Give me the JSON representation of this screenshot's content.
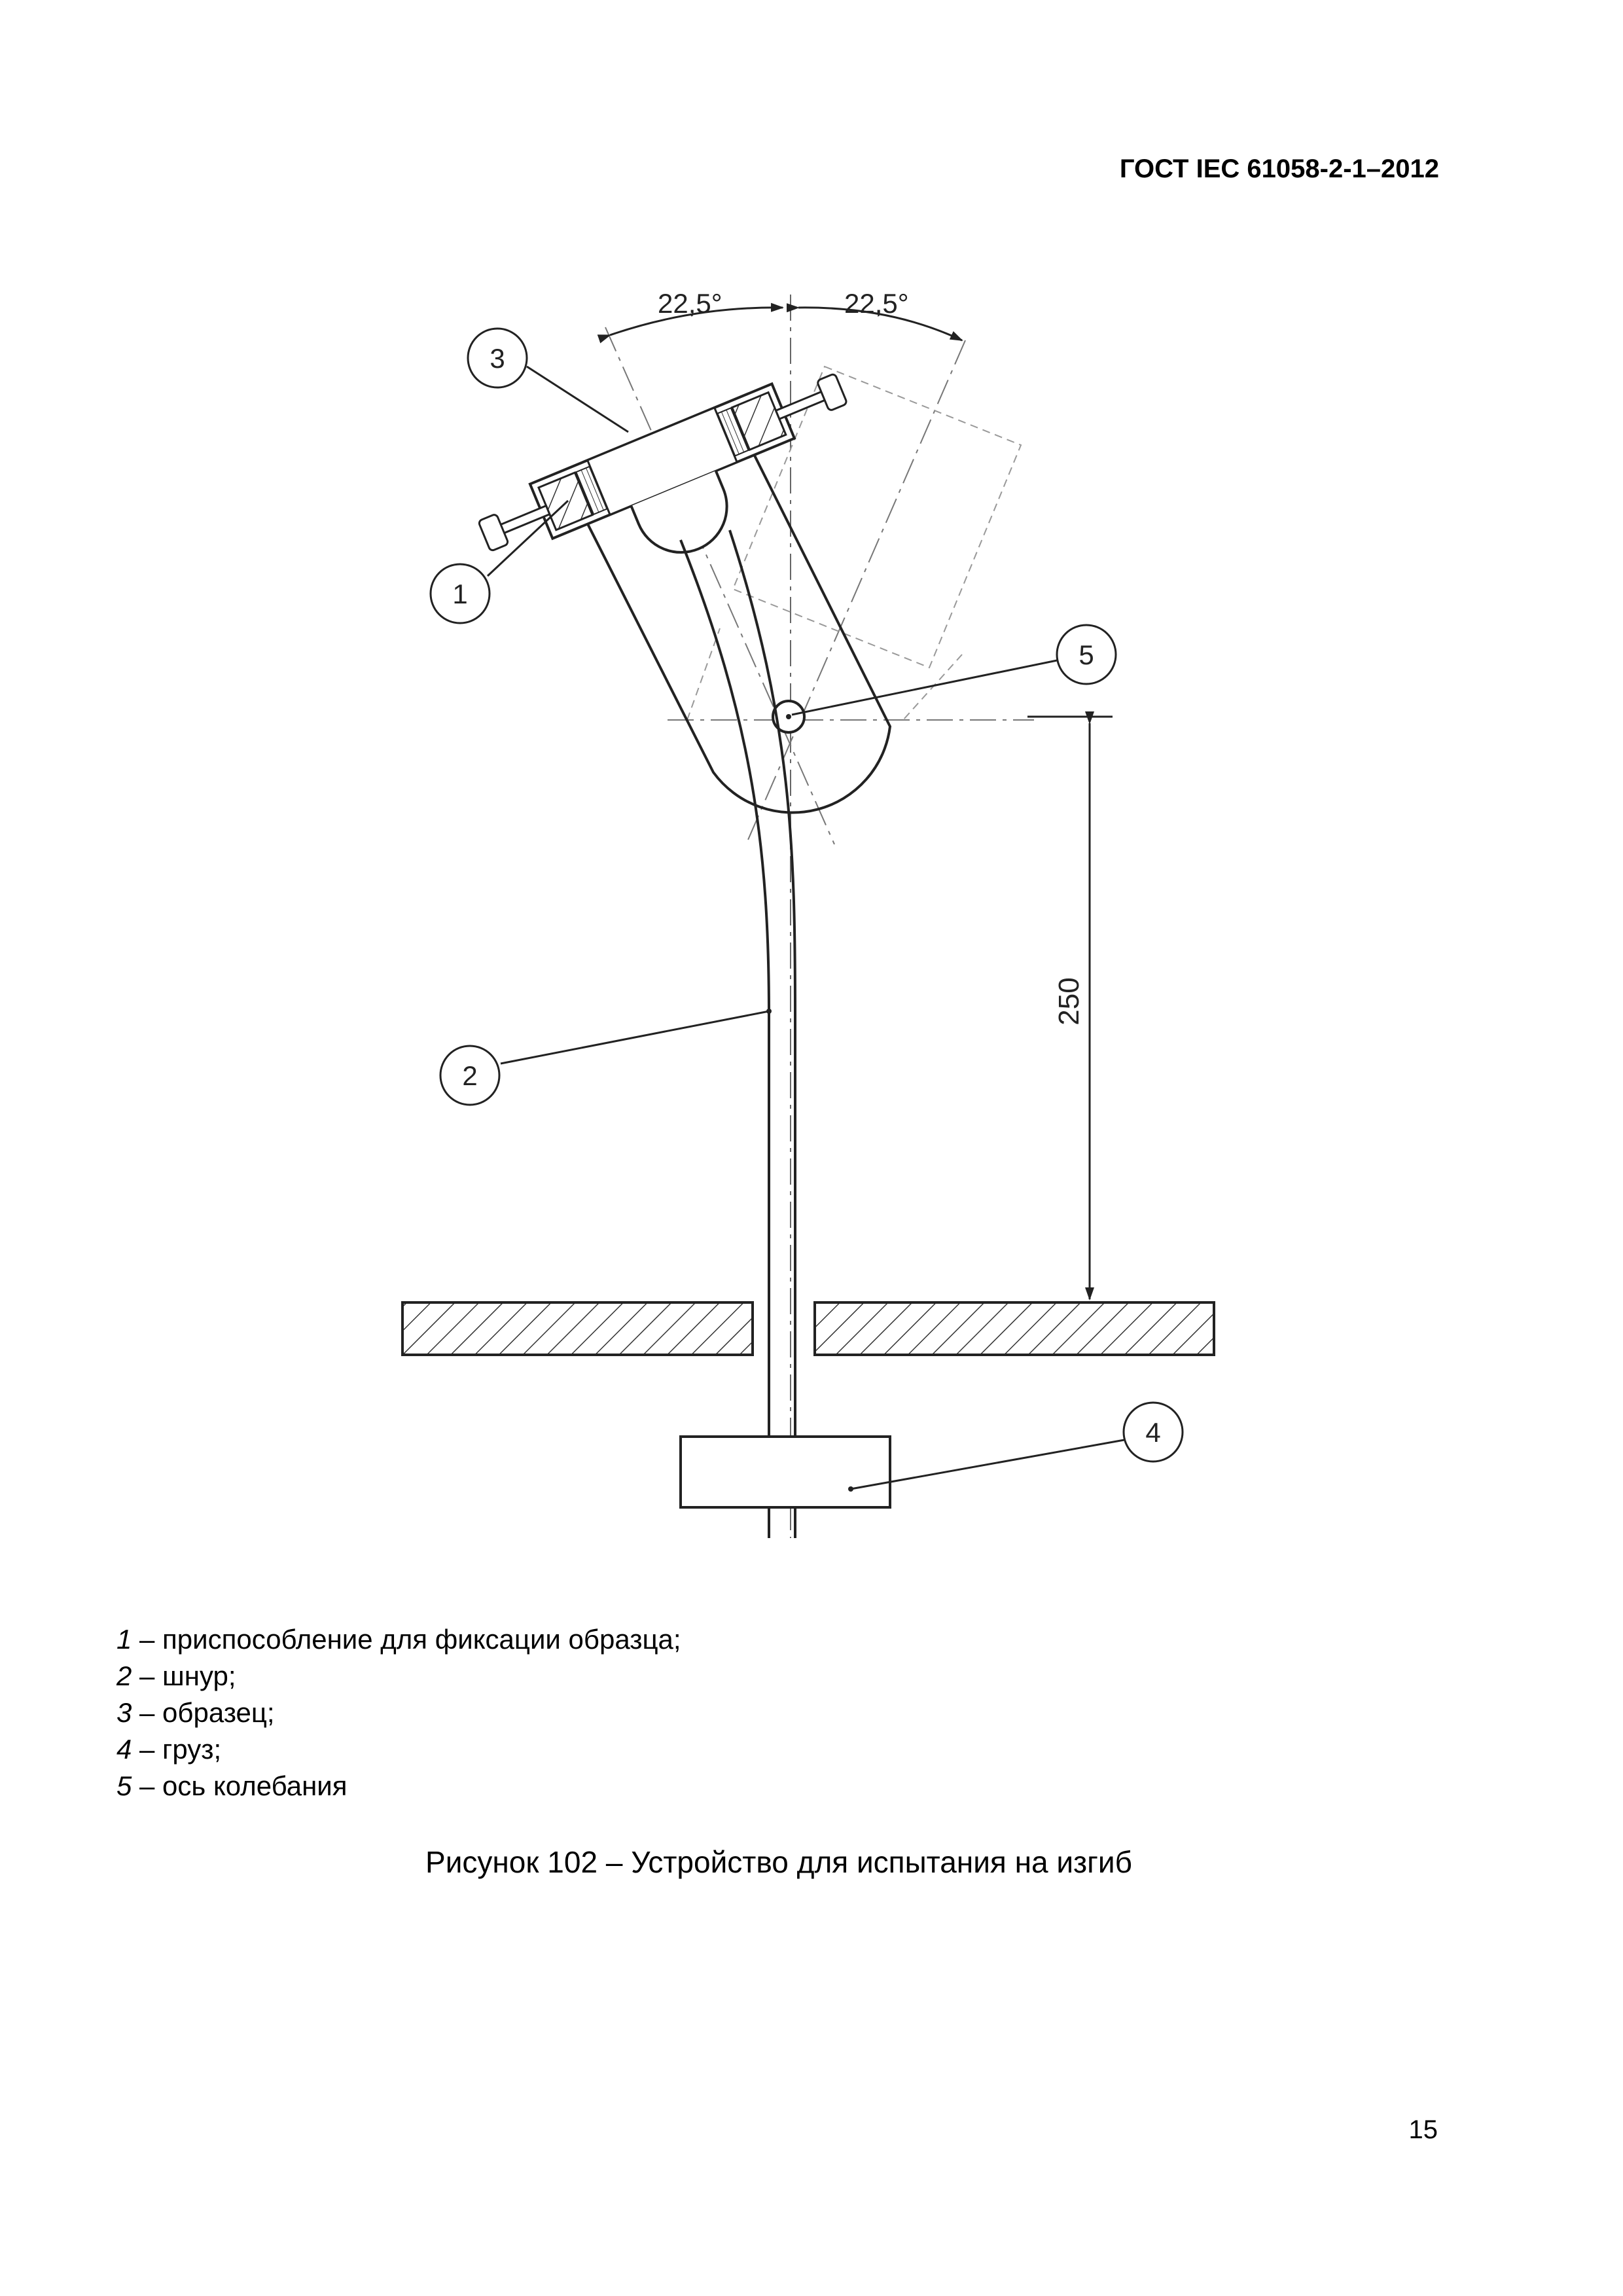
{
  "header": {
    "doc_id": "ГОСТ IEC 61058-2-1–2012"
  },
  "figure": {
    "angle_left_label": "22,5°",
    "angle_right_label": "22,5°",
    "dimension_label": "250",
    "callouts": [
      "1",
      "2",
      "3",
      "4",
      "5"
    ]
  },
  "legend": {
    "items": [
      {
        "num": "1",
        "text": " – приспособление для фиксации образца;"
      },
      {
        "num": "2",
        "text": " – шнур;"
      },
      {
        "num": "3",
        "text": " – образец;"
      },
      {
        "num": "4",
        "text": " – груз;"
      },
      {
        "num": "5",
        "text": " – ось колебания"
      }
    ]
  },
  "caption": "Рисунок 102 – Устройство для испытания на изгиб",
  "page_number": "15"
}
